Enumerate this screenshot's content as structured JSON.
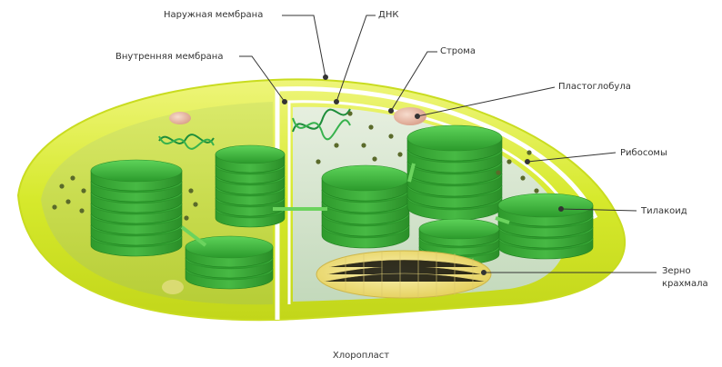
{
  "caption": "Хлоропласт",
  "labels": {
    "outer_membrane": "Наружная мембрана",
    "dna": "ДНК",
    "inner_membrane": "Внутренняя мембрана",
    "stroma": "Строма",
    "plastoglobule": "Пластоглобула",
    "ribosomes": "Рибосомы",
    "thylakoid": "Тилакоид",
    "starch_line1": "Зерно",
    "starch_line2": "крахмала"
  },
  "colors": {
    "outer_membrane": "#d7ea2a",
    "inner_fill": "#c7dc4a",
    "stroma": "#d2e4cf",
    "thylakoid_light": "#4ec94a",
    "thylakoid_dark": "#1f8a1f",
    "starch": "#f3e58a",
    "plastoglobule": "#e9b8a6",
    "ribosome": "#5a6a2a"
  }
}
